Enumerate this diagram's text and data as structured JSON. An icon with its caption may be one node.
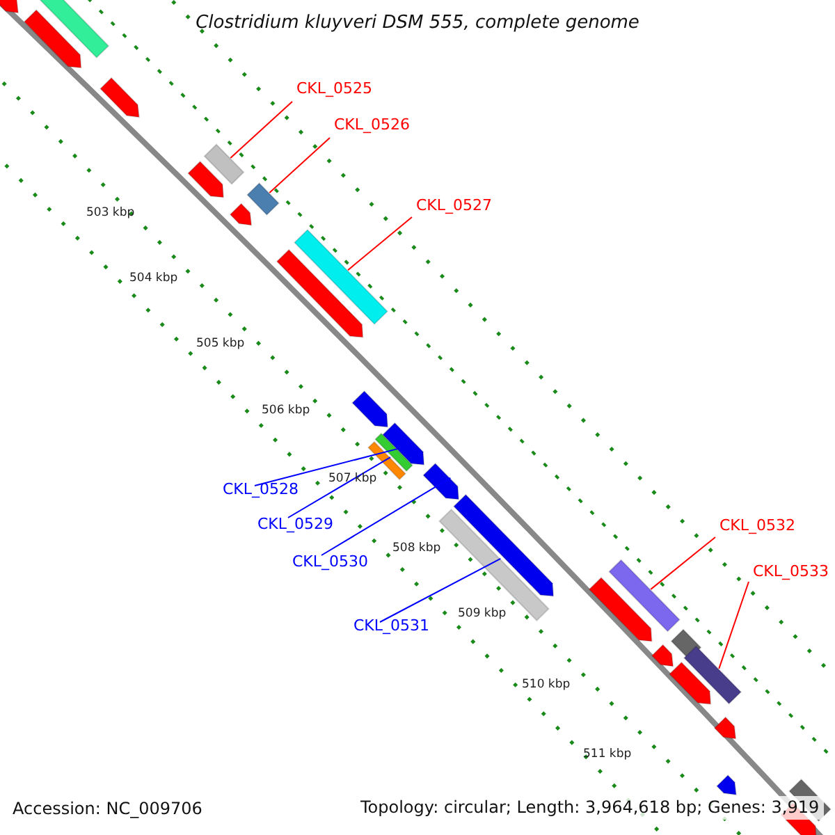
{
  "diagram": {
    "title": "Clostridium kluyveri DSM 555, complete genome",
    "nodes": [
      {
        "text": [
          "CKL_0525"
        ]
      },
      {
        "text": [
          "CKL_0526"
        ]
      },
      {
        "text": [
          "CKL_0527"
        ]
      },
      {
        "text": [
          "CKL_0528"
        ]
      },
      {
        "text": [
          "CKL_0529"
        ]
      },
      {
        "text": [
          "CKL_0530"
        ]
      },
      {
        "text": [
          "CKL_0531"
        ]
      },
      {
        "text": [
          "CKL_0532"
        ]
      },
      {
        "text": [
          "CKL_0533"
        ]
      },
      {
        "text": [],
        "shape": "arrow"
      },
      {
        "text": [],
        "shape": "box"
      },
      {
        "text": [],
        "shape": "arrow"
      },
      {
        "text": [],
        "shape": "arrow"
      },
      {
        "text": [],
        "shape": "box"
      },
      {
        "text": [],
        "shape": "arrow"
      },
      {
        "text": [],
        "shape": "box"
      },
      {
        "text": [],
        "shape": "arrow"
      },
      {
        "text": [],
        "shape": "box"
      },
      {
        "text": [],
        "shape": "arrow"
      },
      {
        "text": [],
        "shape": "arrow"
      },
      {
        "text": [],
        "shape": "arrow"
      },
      {
        "text": [],
        "shape": "box"
      },
      {
        "text": [],
        "shape": "box"
      },
      {
        "text": [],
        "shape": "arrow"
      },
      {
        "text": [],
        "shape": "arrow"
      },
      {
        "text": [],
        "shape": "box"
      },
      {
        "text": [],
        "shape": "box"
      },
      {
        "text": [],
        "shape": "arrow"
      },
      {
        "text": [],
        "shape": "box"
      },
      {
        "text": [],
        "shape": "arrow"
      },
      {
        "text": [],
        "shape": "box"
      },
      {
        "text": [],
        "shape": "arrow"
      },
      {
        "text": [],
        "shape": "arrow"
      },
      {
        "text": [],
        "shape": "arrow"
      },
      {
        "text": [],
        "shape": "box"
      },
      {
        "text": [],
        "shape": "arrow"
      }
    ],
    "edges": [
      {
        "from": 0,
        "to": 13,
        "arrow": "none"
      },
      {
        "from": 1,
        "to": 15,
        "arrow": "none"
      },
      {
        "from": 2,
        "to": 17,
        "arrow": "none"
      },
      {
        "from": 3,
        "to": 21,
        "arrow": "none",
        "color": "#0000ff"
      },
      {
        "from": 4,
        "to": 22,
        "arrow": "none",
        "color": "#0000ff"
      },
      {
        "from": 5,
        "to": 23,
        "arrow": "none",
        "color": "#0000ff"
      },
      {
        "from": 6,
        "to": 25,
        "arrow": "none",
        "color": "#0000ff"
      },
      {
        "from": 7,
        "to": 26,
        "arrow": "none"
      },
      {
        "from": 8,
        "to": 30,
        "arrow": "none"
      }
    ],
    "labels": [
      "503 kbp",
      "504 kbp",
      "505 kbp",
      "506 kbp",
      "507 kbp",
      "508 kbp",
      "509 kbp",
      "510 kbp",
      "511 kbp",
      "Accession: NC_009706",
      "Topology: circular; Length: 3,964,618 bp; Genes: 3,919"
    ]
  }
}
